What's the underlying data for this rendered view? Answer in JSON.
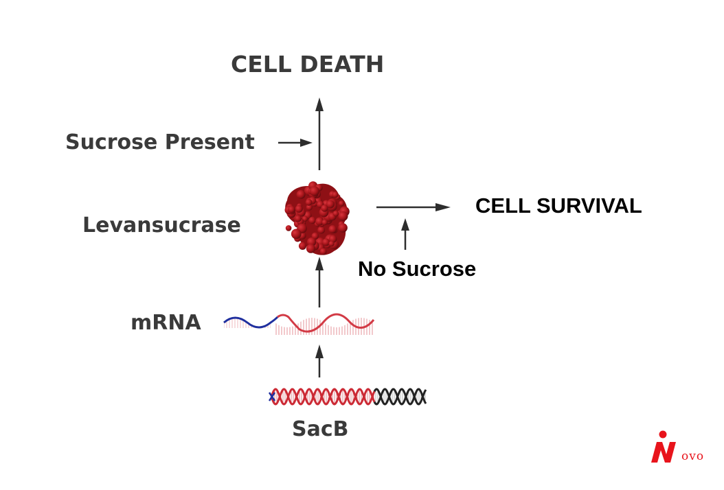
{
  "labels": {
    "cell_death": "CELL DEATH",
    "sucrose_present": "Sucrose Present",
    "levansucrase": "Levansucrase",
    "mrna": "mRNA",
    "sacb": "SacB",
    "cell_survival": "CELL SURVIVAL",
    "no_sucrose": "No Sucrose"
  },
  "logo": {
    "text": "ovo"
  },
  "colors": {
    "dna_red": "#cc2a35",
    "dna_black": "#222222",
    "mrna_blue": "#1f2f9e",
    "mrna_red": "#d23a45",
    "protein": "#a5141a",
    "arrow": "#2d2d2d",
    "logo_red": "#e8141c"
  }
}
